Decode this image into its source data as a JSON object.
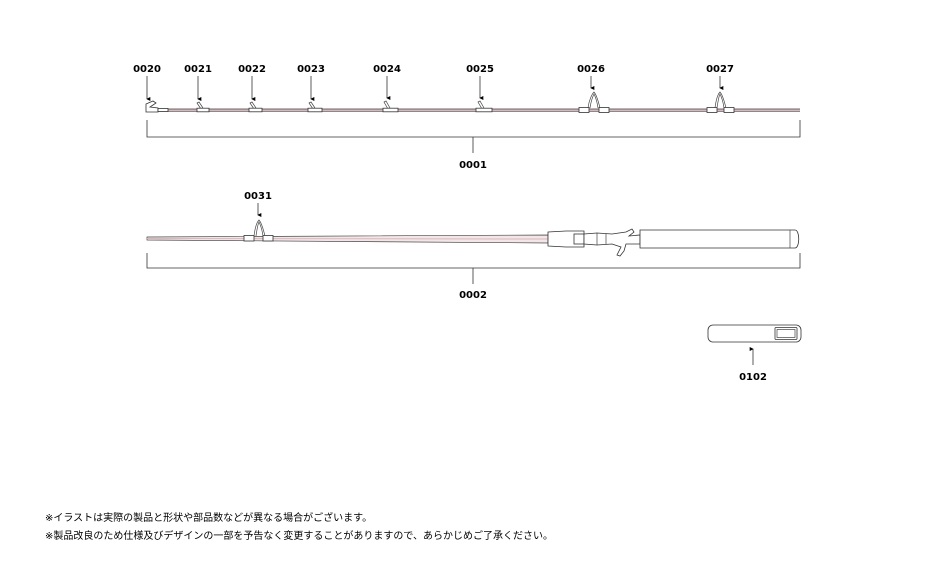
{
  "callouts": {
    "c0020": "0020",
    "c0021": "0021",
    "c0022": "0022",
    "c0023": "0023",
    "c0024": "0024",
    "c0025": "0025",
    "c0026": "0026",
    "c0027": "0027",
    "c0001": "0001",
    "c0031": "0031",
    "c0002": "0002",
    "c0102": "0102"
  },
  "notes": {
    "line1": "※イラストは実際の製品と形状や部品数などが異なる場合がございます。",
    "line2": "※製品改良のため仕様及びデザインの一部を予告なく変更することがありますので、あらかじめご了承ください。"
  },
  "colors": {
    "line": "#333333",
    "blank_pink": "#d8b8bc"
  }
}
